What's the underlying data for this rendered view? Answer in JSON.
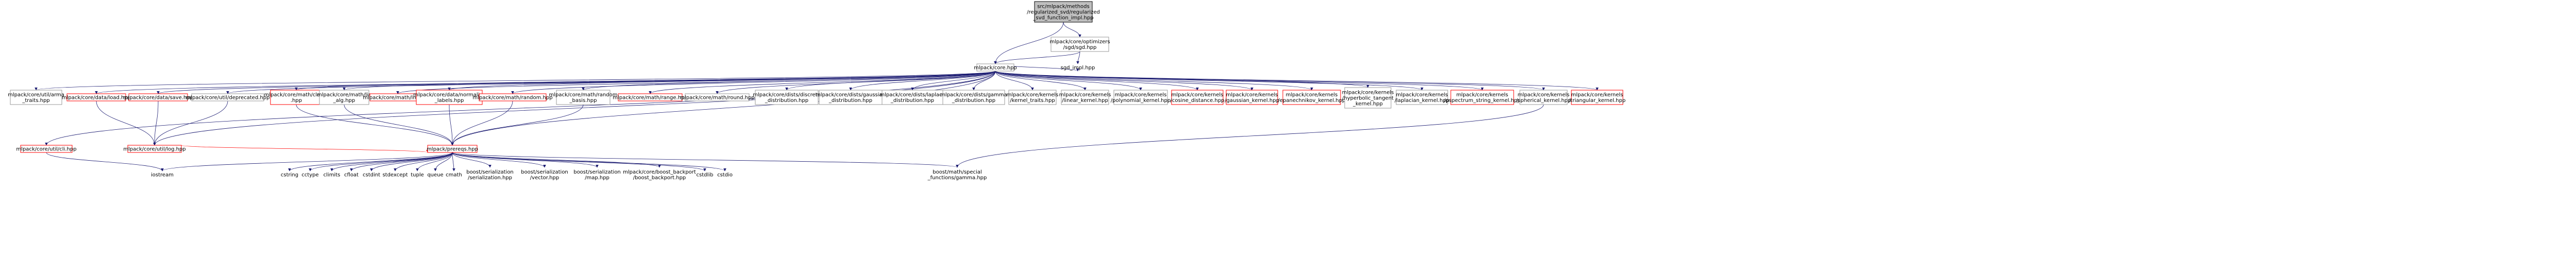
{
  "colors": {
    "normal": "#999999",
    "red": "#ff0000",
    "root_fill": "#bfbfbf",
    "edge": "#191970",
    "edge_red": "#ff0000",
    "bg": "#ffffff"
  },
  "nodes": [
    {
      "id": "root",
      "lines": [
        "src/mlpack/methods",
        "/regularized_svd/regularized",
        "_svd_function_impl.hpp"
      ],
      "style": "root"
    },
    {
      "id": "sgd",
      "lines": [
        "mlpack/core/optimizers",
        "/sgd/sgd.hpp"
      ],
      "style": "normal"
    },
    {
      "id": "core",
      "lines": [
        "mlpack/core.hpp"
      ],
      "style": "normal"
    },
    {
      "id": "sgd_impl",
      "lines": [
        "sgd_impl.hpp"
      ],
      "style": "plain"
    },
    {
      "id": "arma_traits",
      "lines": [
        "mlpack/core/util/arma",
        "_traits.hpp"
      ],
      "style": "normal"
    },
    {
      "id": "load",
      "lines": [
        "mlpack/core/data/load.hpp"
      ],
      "style": "red"
    },
    {
      "id": "save",
      "lines": [
        "mlpack/core/data/save.hpp"
      ],
      "style": "red"
    },
    {
      "id": "deprecated",
      "lines": [
        "mlpack/core/util/deprecated.hpp"
      ],
      "style": "normal"
    },
    {
      "id": "clamp",
      "lines": [
        "mlpack/core/math/clamp",
        ".hpp"
      ],
      "style": "red"
    },
    {
      "id": "lin",
      "lines": [
        "mlpack/core/math/lin",
        "_alg.hpp"
      ],
      "style": "normal"
    },
    {
      "id": "lmp",
      "lines": [
        "mlpack/core/math/lmp.hpp"
      ],
      "style": "red"
    },
    {
      "id": "normalize",
      "lines": [
        "mlpack/core/data/normalize",
        "_labels.hpp"
      ],
      "style": "red"
    },
    {
      "id": "random",
      "lines": [
        "mlpack/core/math/random.hpp"
      ],
      "style": "red"
    },
    {
      "id": "random_basis",
      "lines": [
        "mlpack/core/math/random",
        "_basis.hpp"
      ],
      "style": "normal"
    },
    {
      "id": "range",
      "lines": [
        "mlpack/core/math/range.hpp"
      ],
      "style": "red"
    },
    {
      "id": "round",
      "lines": [
        "mlpack/core/math/round.hpp"
      ],
      "style": "normal"
    },
    {
      "id": "discrete",
      "lines": [
        "mlpack/core/dists/discrete",
        "_distribution.hpp"
      ],
      "style": "normal"
    },
    {
      "id": "gaussian_dist",
      "lines": [
        "mlpack/core/dists/gaussian",
        "_distribution.hpp"
      ],
      "style": "normal"
    },
    {
      "id": "laplace",
      "lines": [
        "mlpack/core/dists/laplace",
        "_distribution.hpp"
      ],
      "style": "normal"
    },
    {
      "id": "gamma_dist",
      "lines": [
        "mlpack/core/dists/gamma",
        "_distribution.hpp"
      ],
      "style": "normal"
    },
    {
      "id": "kernel_traits",
      "lines": [
        "mlpack/core/kernels",
        "/kernel_traits.hpp"
      ],
      "style": "normal"
    },
    {
      "id": "linear_kernel",
      "lines": [
        "mlpack/core/kernels",
        "/linear_kernel.hpp"
      ],
      "style": "normal"
    },
    {
      "id": "polynomial_kernel",
      "lines": [
        "mlpack/core/kernels",
        "/polynomial_kernel.hpp"
      ],
      "style": "normal"
    },
    {
      "id": "cosine",
      "lines": [
        "mlpack/core/kernels",
        "/cosine_distance.hpp"
      ],
      "style": "red"
    },
    {
      "id": "gaussian_kernel",
      "lines": [
        "mlpack/core/kernels",
        "/gaussian_kernel.hpp"
      ],
      "style": "red"
    },
    {
      "id": "epanechnikov",
      "lines": [
        "mlpack/core/kernels",
        "/epanechnikov_kernel.hpp"
      ],
      "style": "red"
    },
    {
      "id": "hyperbolic",
      "lines": [
        "mlpack/core/kernels",
        "/hyperbolic_tangent",
        "_kernel.hpp"
      ],
      "style": "normal"
    },
    {
      "id": "laplacian",
      "lines": [
        "mlpack/core/kernels",
        "/laplacian_kernel.hpp"
      ],
      "style": "normal"
    },
    {
      "id": "pspectrum",
      "lines": [
        "mlpack/core/kernels",
        "/pspectrum_string_kernel.hpp"
      ],
      "style": "red"
    },
    {
      "id": "spherical",
      "lines": [
        "mlpack/core/kernels",
        "/spherical_kernel.hpp"
      ],
      "style": "normal"
    },
    {
      "id": "triangular",
      "lines": [
        "mlpack/core/kernels",
        "/triangular_kernel.hpp"
      ],
      "style": "red"
    },
    {
      "id": "cli",
      "lines": [
        "mlpack/core/util/cli.hpp"
      ],
      "style": "red"
    },
    {
      "id": "log",
      "lines": [
        "mlpack/core/util/log.hpp"
      ],
      "style": "red"
    },
    {
      "id": "prereqs",
      "lines": [
        "mlpack/prereqs.hpp"
      ],
      "style": "red"
    },
    {
      "id": "iostream",
      "lines": [
        "iostream"
      ],
      "style": "plain"
    },
    {
      "id": "cstring",
      "lines": [
        "cstring"
      ],
      "style": "plain"
    },
    {
      "id": "cctype",
      "lines": [
        "cctype"
      ],
      "style": "plain"
    },
    {
      "id": "climits",
      "lines": [
        "climits"
      ],
      "style": "plain"
    },
    {
      "id": "cfloat",
      "lines": [
        "cfloat"
      ],
      "style": "plain"
    },
    {
      "id": "cstdint",
      "lines": [
        "cstdint"
      ],
      "style": "plain"
    },
    {
      "id": "stdexcept",
      "lines": [
        "stdexcept"
      ],
      "style": "plain"
    },
    {
      "id": "tuple",
      "lines": [
        "tuple"
      ],
      "style": "plain"
    },
    {
      "id": "queue",
      "lines": [
        "queue"
      ],
      "style": "plain"
    },
    {
      "id": "cmath",
      "lines": [
        "cmath"
      ],
      "style": "plain"
    },
    {
      "id": "boost_ser",
      "lines": [
        "boost/serialization",
        "/serialization.hpp"
      ],
      "style": "plain"
    },
    {
      "id": "boost_vec",
      "lines": [
        "boost/serialization",
        "/vector.hpp"
      ],
      "style": "plain"
    },
    {
      "id": "boost_map",
      "lines": [
        "boost/serialization",
        "/map.hpp"
      ],
      "style": "plain"
    },
    {
      "id": "boost_backport",
      "lines": [
        "mlpack/core/boost_backport",
        "/boost_backport.hpp"
      ],
      "style": "plain"
    },
    {
      "id": "cstdlib",
      "lines": [
        "cstdlib"
      ],
      "style": "plain"
    },
    {
      "id": "cstdio",
      "lines": [
        "cstdio"
      ],
      "style": "plain"
    },
    {
      "id": "boost_gamma",
      "lines": [
        "boost/math/special",
        "_functions/gamma.hpp"
      ],
      "style": "plain"
    }
  ],
  "edges": [
    [
      "root",
      "sgd",
      "n"
    ],
    [
      "root",
      "core",
      "n"
    ],
    [
      "sgd",
      "core",
      "n"
    ],
    [
      "sgd",
      "sgd_impl",
      "n"
    ],
    [
      "core",
      "arma_traits",
      "n"
    ],
    [
      "core",
      "load",
      "n"
    ],
    [
      "core",
      "save",
      "n"
    ],
    [
      "core",
      "deprecated",
      "n"
    ],
    [
      "core",
      "clamp",
      "n"
    ],
    [
      "core",
      "lin",
      "n"
    ],
    [
      "core",
      "lmp",
      "n"
    ],
    [
      "core",
      "normalize",
      "n"
    ],
    [
      "core",
      "random",
      "n"
    ],
    [
      "core",
      "random_basis",
      "n"
    ],
    [
      "core",
      "range",
      "n"
    ],
    [
      "core",
      "round",
      "n"
    ],
    [
      "core",
      "discrete",
      "n"
    ],
    [
      "core",
      "gaussian_dist",
      "n"
    ],
    [
      "core",
      "laplace",
      "n"
    ],
    [
      "core",
      "gamma_dist",
      "n"
    ],
    [
      "core",
      "kernel_traits",
      "n"
    ],
    [
      "core",
      "linear_kernel",
      "n"
    ],
    [
      "core",
      "polynomial_kernel",
      "n"
    ],
    [
      "core",
      "cosine",
      "n"
    ],
    [
      "core",
      "gaussian_kernel",
      "n"
    ],
    [
      "core",
      "epanechnikov",
      "n"
    ],
    [
      "core",
      "hyperbolic",
      "n"
    ],
    [
      "core",
      "laplacian",
      "n"
    ],
    [
      "core",
      "pspectrum",
      "n"
    ],
    [
      "core",
      "spherical",
      "n"
    ],
    [
      "core",
      "triangular",
      "n"
    ],
    [
      "core",
      "cli",
      "n"
    ],
    [
      "core",
      "log",
      "n"
    ],
    [
      "core",
      "prereqs",
      "n"
    ],
    [
      "core",
      "sgd_impl",
      "n"
    ],
    [
      "load",
      "log",
      "n"
    ],
    [
      "save",
      "log",
      "n"
    ],
    [
      "deprecated",
      "log",
      "n"
    ],
    [
      "lin",
      "prereqs",
      "n"
    ],
    [
      "random",
      "prereqs",
      "n"
    ],
    [
      "random_basis",
      "prereqs",
      "n"
    ],
    [
      "normalize",
      "prereqs",
      "n"
    ],
    [
      "clamp",
      "prereqs",
      "n"
    ],
    [
      "cli",
      "iostream",
      "n"
    ],
    [
      "log",
      "prereqs",
      "r"
    ],
    [
      "prereqs",
      "iostream",
      "n"
    ],
    [
      "prereqs",
      "cstring",
      "n"
    ],
    [
      "prereqs",
      "cctype",
      "n"
    ],
    [
      "prereqs",
      "climits",
      "n"
    ],
    [
      "prereqs",
      "cfloat",
      "n"
    ],
    [
      "prereqs",
      "cstdint",
      "n"
    ],
    [
      "prereqs",
      "stdexcept",
      "n"
    ],
    [
      "prereqs",
      "tuple",
      "n"
    ],
    [
      "prereqs",
      "queue",
      "n"
    ],
    [
      "prereqs",
      "cmath",
      "n"
    ],
    [
      "prereqs",
      "boost_ser",
      "n"
    ],
    [
      "prereqs",
      "boost_vec",
      "n"
    ],
    [
      "prereqs",
      "boost_map",
      "n"
    ],
    [
      "prereqs",
      "boost_backport",
      "n"
    ],
    [
      "prereqs",
      "cstdlib",
      "n"
    ],
    [
      "prereqs",
      "cstdio",
      "n"
    ],
    [
      "prereqs",
      "boost_gamma",
      "n"
    ],
    [
      "spherical",
      "boost_gamma",
      "n"
    ]
  ]
}
